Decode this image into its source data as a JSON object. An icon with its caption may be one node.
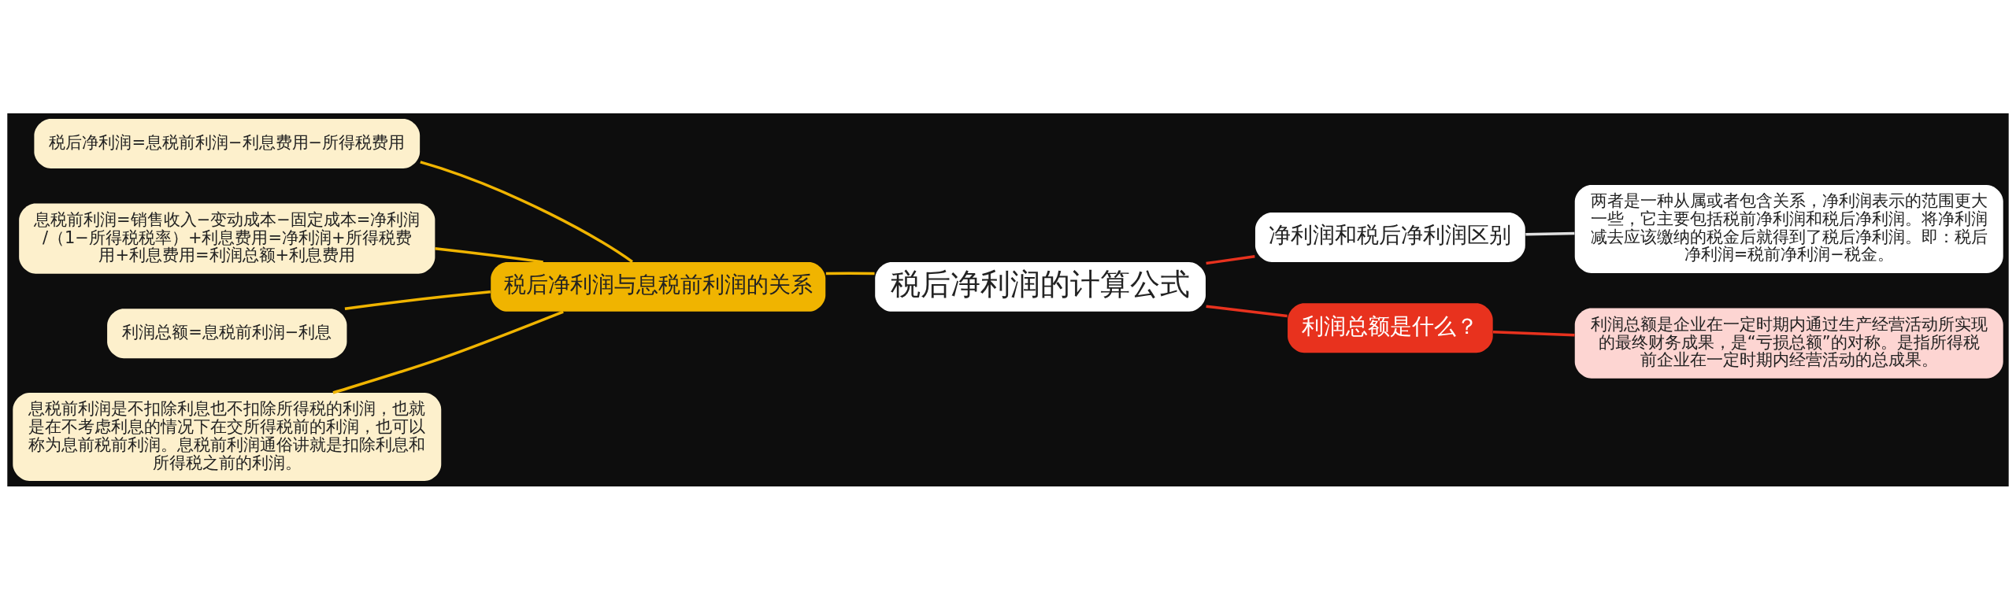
{
  "diagram": {
    "nodes": [
      {
        "text": [
          "税后净利润的计算公式"
        ]
      },
      {
        "text": [
          "税后净利润与息税前利润的关系"
        ]
      },
      {
        "text": [
          "税后净利润=息税前利润−利息费用−所得税费用"
        ]
      },
      {
        "text": [
          "息税前利润=销售收入−变动成本−固定成本=净利润/（1−所得税税率）+利息费用=净利润+所得税费用+利息费用=利润总额+利息费用"
        ]
      },
      {
        "text": [
          "利润总额=息税前利润−利息"
        ]
      },
      {
        "text": [
          "息税前利润是不扣除利息也不扣除所得税的利润，也就是在不考虑利息的情况下在交所得税前的利润，也可以称为息前税前利润。息税前利润通俗讲就是扣除利息和所得税之前的利润。"
        ]
      },
      {
        "text": [
          "净利润和税后净利润区别"
        ]
      },
      {
        "text": [
          "两者是一种从属或者包含关系，净利润表示的范围更大一些，它主要包括税前净利润和税后净利润。将净利润减去应该缴纳的税金后就得到了税后净利润。即：税后净利润=税前净利润−税金。"
        ]
      },
      {
        "text": [
          "利润总额是什么？"
        ]
      },
      {
        "text": [
          "利润总额是企业在一定时期内通过生产经营活动所实现的最终财务成果，是“亏损总额”的对称。是指所得税前企业在一定时期内经营活动的总成果。"
        ]
      }
    ],
    "edges": [
      {
        "from": 0,
        "to": 1,
        "arrow": "none"
      },
      {
        "from": 1,
        "to": 2,
        "arrow": "none"
      },
      {
        "from": 1,
        "to": 3,
        "arrow": "none"
      },
      {
        "from": 1,
        "to": 4,
        "arrow": "none"
      },
      {
        "from": 1,
        "to": 5,
        "arrow": "none"
      },
      {
        "from": 0,
        "to": 6,
        "arrow": "none",
        "color": "#e8321e"
      },
      {
        "from": 6,
        "to": 7,
        "arrow": "none",
        "color": "#e0e0e0"
      },
      {
        "from": 0,
        "to": 8,
        "arrow": "none",
        "color": "#e8321e"
      },
      {
        "from": 8,
        "to": 9,
        "arrow": "none",
        "color": "#e8321e"
      }
    ]
  }
}
